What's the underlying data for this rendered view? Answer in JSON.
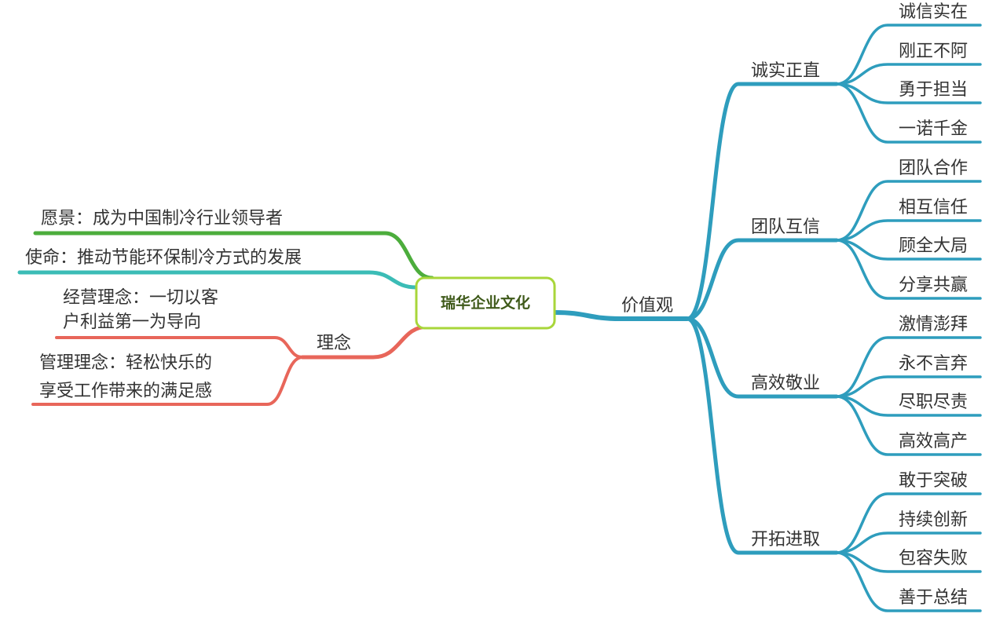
{
  "colors": {
    "values_branch": "#2e9dbd",
    "vision_branch": "#4cad3c",
    "mission_branch": "#3bbcb6",
    "philosophy_branch": "#e8665a",
    "root_border": "#a8d63a",
    "text": "#333333",
    "root_text": "#3f5a1a"
  },
  "root": {
    "label": "瑞华企业文化"
  },
  "values": {
    "label": "价值观",
    "groups": [
      {
        "label": "诚实正直",
        "items": [
          "诚信实在",
          "刚正不阿",
          "勇于担当",
          "一诺千金"
        ]
      },
      {
        "label": "团队互信",
        "items": [
          "团队合作",
          "相互信任",
          "顾全大局",
          "分享共赢"
        ]
      },
      {
        "label": "高效敬业",
        "items": [
          "激情澎拜",
          "永不言弃",
          "尽职尽责",
          "高效高产"
        ]
      },
      {
        "label": "开拓进取",
        "items": [
          "敢于突破",
          "持续创新",
          "包容失败",
          "善于总结"
        ]
      }
    ]
  },
  "vision": {
    "label": "愿景：成为中国制冷行业领导者"
  },
  "mission": {
    "label": "使命：推动节能环保制冷方式的发展"
  },
  "philosophy": {
    "label": "理念",
    "items": [
      {
        "line1": "经营理念：一切以客",
        "line2": "户利益第一为导向"
      },
      {
        "line1": "管理理念：轻松快乐的",
        "line2": "享受工作带来的满足感"
      }
    ]
  }
}
